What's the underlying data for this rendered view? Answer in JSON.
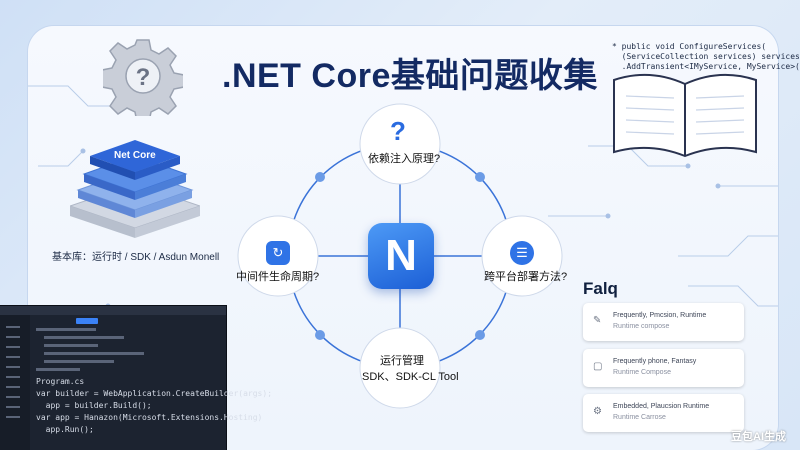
{
  "title": ".NET Core基础问题收集",
  "left_panel": {
    "stack_label": "Net Core",
    "caption": "基本库：运行时 / SDK / Asdun Monell"
  },
  "code_snippet": {
    "line1": "* public void ConfigureServices(",
    "line2": "  (ServiceCollection services) services,",
    "line3": "  .AddTransient<IMyService, MyService>() )"
  },
  "diagram": {
    "center_logo": "N",
    "nodes": {
      "top": "依赖注入原理?",
      "left": "中间件生命周期?",
      "right": "跨平台部署方法?",
      "bottom_line1": "运行管理",
      "bottom_line2": "SDK、SDK-CL Tool"
    },
    "icons": {
      "top": "question-mark-icon",
      "left": "refresh-icon",
      "right": "database-icon"
    }
  },
  "faq": {
    "title": "Falq",
    "items": [
      {
        "line1": "Frequently, Pmcsion, Runtime",
        "line2": "Runtime compose"
      },
      {
        "line1": "Frequently phone, Fantasy",
        "line2": "Runtime Compose"
      },
      {
        "line1": "Embedded, Plaucsion Runtime",
        "line2": "Runtime Carrose"
      }
    ]
  },
  "ide": {
    "code1": "Program.cs",
    "code2": "var builder = WebApplication.CreateBuilder(args);",
    "code3": "  app = builder.Build();",
    "code4": "var app = Hanazon(Microsoft.Extensions.Hosting)",
    "code5": "  app.Run();"
  },
  "watermark": "豆包AI生成",
  "colors": {
    "accent": "#2f73e6",
    "title": "#132a63",
    "frame": "#f6f9fe"
  }
}
